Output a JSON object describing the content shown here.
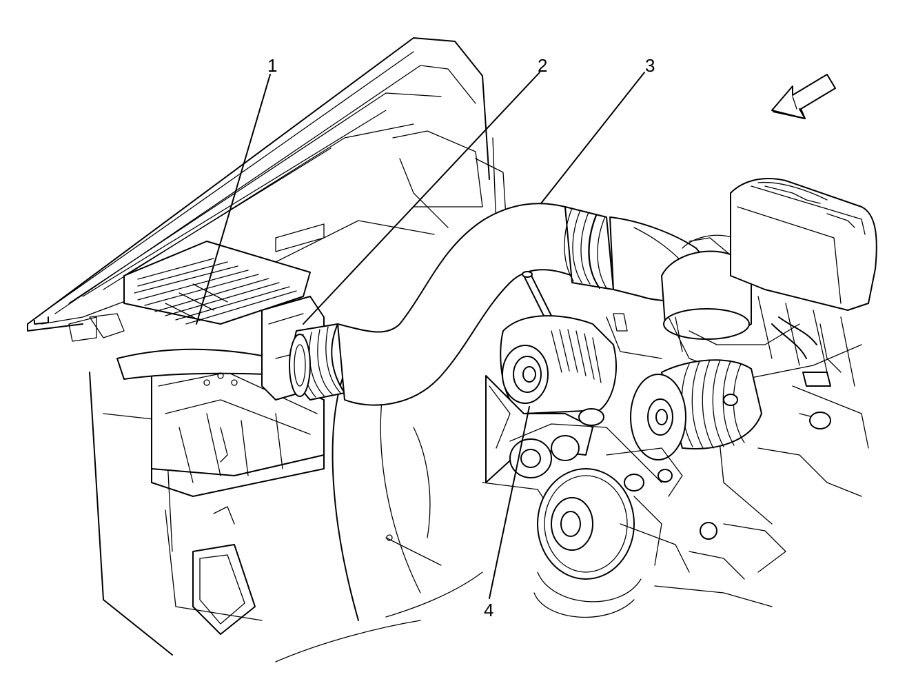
{
  "diagram": {
    "background": "#ffffff",
    "line_color": "#000000",
    "callouts": [
      {
        "id": "1",
        "label": "1"
      },
      {
        "id": "2",
        "label": "2"
      },
      {
        "id": "3",
        "label": "3"
      },
      {
        "id": "4",
        "label": "4"
      }
    ],
    "components": [
      "air-cleaner-housing",
      "outlet-duct-clamp",
      "air-intake-duct",
      "generator",
      "throttle-body",
      "engine-cover",
      "water-pump-pulley",
      "crankshaft-balancer",
      "fender-panel",
      "front-direction-arrow"
    ]
  }
}
